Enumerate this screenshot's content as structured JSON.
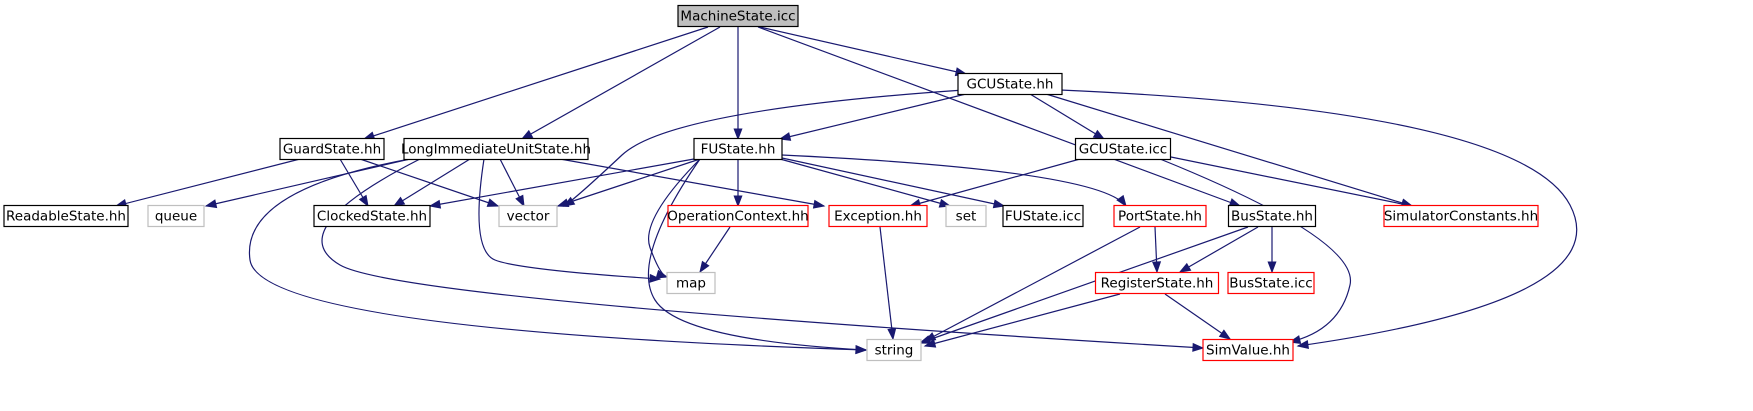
{
  "graph": {
    "nodes": {
      "machinestate": {
        "label": "MachineState.icc",
        "kind": "root"
      },
      "gcustate_hh": {
        "label": "GCUState.hh",
        "kind": "normal"
      },
      "guardstate": {
        "label": "GuardState.hh",
        "kind": "normal"
      },
      "longimm": {
        "label": "LongImmediateUnitState.hh",
        "kind": "normal"
      },
      "fustate_hh": {
        "label": "FUState.hh",
        "kind": "normal"
      },
      "gcustate_icc": {
        "label": "GCUState.icc",
        "kind": "normal"
      },
      "readable": {
        "label": "ReadableState.hh",
        "kind": "normal"
      },
      "queue": {
        "label": "queue",
        "kind": "system"
      },
      "clocked": {
        "label": "ClockedState.hh",
        "kind": "normal"
      },
      "vector": {
        "label": "vector",
        "kind": "system"
      },
      "opcontext": {
        "label": "OperationContext.hh",
        "kind": "missing"
      },
      "exception": {
        "label": "Exception.hh",
        "kind": "missing"
      },
      "set": {
        "label": "set",
        "kind": "system"
      },
      "fustate_icc": {
        "label": "FUState.icc",
        "kind": "normal"
      },
      "portstate": {
        "label": "PortState.hh",
        "kind": "missing"
      },
      "busstate_hh": {
        "label": "BusState.hh",
        "kind": "normal"
      },
      "simconst": {
        "label": "SimulatorConstants.hh",
        "kind": "missing"
      },
      "map": {
        "label": "map",
        "kind": "system"
      },
      "regstate": {
        "label": "RegisterState.hh",
        "kind": "missing"
      },
      "busstate_icc": {
        "label": "BusState.icc",
        "kind": "missing"
      },
      "string": {
        "label": "string",
        "kind": "system"
      },
      "simvalue": {
        "label": "SimValue.hh",
        "kind": "missing"
      }
    },
    "edges": [
      [
        "machinestate",
        "guardstate"
      ],
      [
        "machinestate",
        "longimm"
      ],
      [
        "machinestate",
        "fustate_hh"
      ],
      [
        "machinestate",
        "gcustate_hh"
      ],
      [
        "machinestate",
        "busstate_hh"
      ],
      [
        "gcustate_hh",
        "fustate_hh"
      ],
      [
        "gcustate_hh",
        "gcustate_icc"
      ],
      [
        "gcustate_hh",
        "vector"
      ],
      [
        "gcustate_hh",
        "simconst"
      ],
      [
        "gcustate_hh",
        "simvalue"
      ],
      [
        "guardstate",
        "readable"
      ],
      [
        "guardstate",
        "clocked"
      ],
      [
        "guardstate",
        "vector"
      ],
      [
        "longimm",
        "queue"
      ],
      [
        "longimm",
        "clocked"
      ],
      [
        "longimm",
        "vector"
      ],
      [
        "longimm",
        "exception"
      ],
      [
        "longimm",
        "map"
      ],
      [
        "longimm",
        "string"
      ],
      [
        "longimm",
        "simvalue"
      ],
      [
        "fustate_hh",
        "clocked"
      ],
      [
        "fustate_hh",
        "vector"
      ],
      [
        "fustate_hh",
        "opcontext"
      ],
      [
        "fustate_hh",
        "set"
      ],
      [
        "fustate_hh",
        "fustate_icc"
      ],
      [
        "fustate_hh",
        "portstate"
      ],
      [
        "fustate_hh",
        "map"
      ],
      [
        "fustate_hh",
        "string"
      ],
      [
        "gcustate_icc",
        "exception"
      ],
      [
        "gcustate_icc",
        "simconst"
      ],
      [
        "gcustate_icc",
        "simvalue"
      ],
      [
        "opcontext",
        "map"
      ],
      [
        "exception",
        "string"
      ],
      [
        "portstate",
        "regstate"
      ],
      [
        "portstate",
        "string"
      ],
      [
        "busstate_hh",
        "regstate"
      ],
      [
        "busstate_hh",
        "busstate_icc"
      ],
      [
        "busstate_hh",
        "string"
      ],
      [
        "regstate",
        "string"
      ],
      [
        "regstate",
        "simvalue"
      ]
    ]
  }
}
